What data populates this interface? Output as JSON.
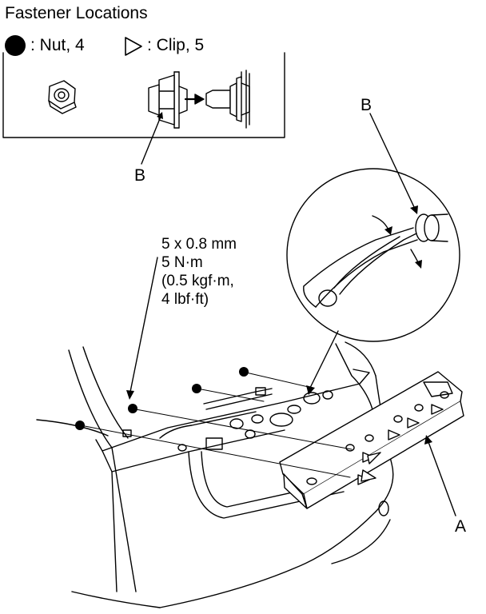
{
  "title": "Fastener Locations",
  "legend": {
    "nut": ": Nut, 4",
    "clip": ": Clip, 5",
    "nut_symbol": "filled-circle",
    "clip_symbol": "open-triangle"
  },
  "callouts": {
    "b_detail": "B",
    "b_magnified": "B",
    "a_part": "A"
  },
  "torque_spec": {
    "size": "5 x 0.8 mm",
    "torque_nm": "5 N·m",
    "torque_kgf": "(0.5 kgf·m,",
    "torque_lbf": "4 lbf·ft)"
  },
  "colors": {
    "ink": "#000000",
    "paper": "#ffffff"
  }
}
